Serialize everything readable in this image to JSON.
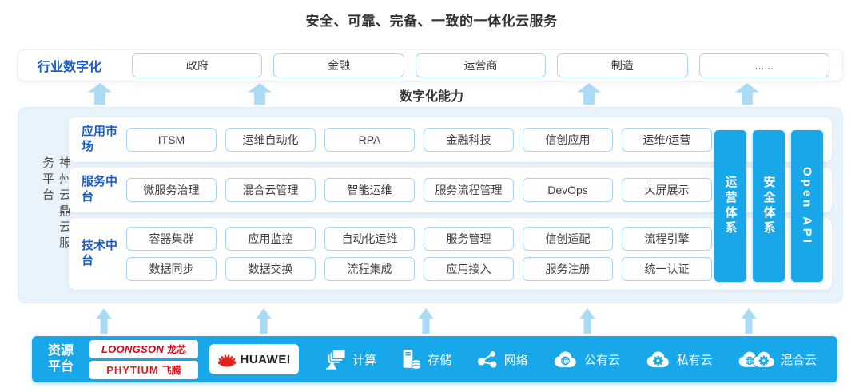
{
  "title": "安全、可靠、完备、一致的一体化云服务",
  "industry_row": {
    "label": "行业数字化",
    "items": [
      "政府",
      "金融",
      "运营商",
      "制造",
      "......"
    ]
  },
  "digital_capability_label": "数字化能力",
  "platform": {
    "vertical_label": "神州云鼎云服务平台",
    "rows": [
      {
        "label": "应用市场",
        "rows": [
          [
            "ITSM",
            "运维自动化",
            "RPA",
            "金融科技",
            "信创应用",
            "运维/运营"
          ]
        ]
      },
      {
        "label": "服务中台",
        "rows": [
          [
            "微服务治理",
            "混合云管理",
            "智能运维",
            "服务流程管理",
            "DevOps",
            "大屏展示"
          ]
        ]
      },
      {
        "label": "技术中台",
        "rows": [
          [
            "容器集群",
            "应用监控",
            "自动化运维",
            "服务管理",
            "信创适配",
            "流程引擎"
          ],
          [
            "数据同步",
            "数据交换",
            "流程集成",
            "应用接入",
            "服务注册",
            "统一认证"
          ]
        ]
      }
    ],
    "side_bars": [
      "运营体系",
      "安全体系",
      "Open API"
    ]
  },
  "resource_platform": {
    "label": "资源平台",
    "vendors": [
      {
        "name": "LOONGSON",
        "cn": "龙芯"
      },
      {
        "name": "PHYTIUM",
        "cn": "飞腾"
      },
      {
        "name": "HUAWEI",
        "cn": ""
      }
    ],
    "resources": [
      {
        "icon": "compute-icon",
        "label": "计算"
      },
      {
        "icon": "storage-icon",
        "label": "存储"
      },
      {
        "icon": "network-icon",
        "label": "网络"
      },
      {
        "icon": "public-cloud-icon",
        "label": "公有云"
      },
      {
        "icon": "private-cloud-icon",
        "label": "私有云"
      },
      {
        "icon": "hybrid-cloud-icon",
        "label": "混合云"
      }
    ]
  },
  "colors": {
    "accent": "#18a7e8",
    "label_blue": "#1a5ec4",
    "arrow": "#a9dbf5",
    "vendor_red": "#e60012",
    "panel_bg": "#e9f3fb"
  }
}
